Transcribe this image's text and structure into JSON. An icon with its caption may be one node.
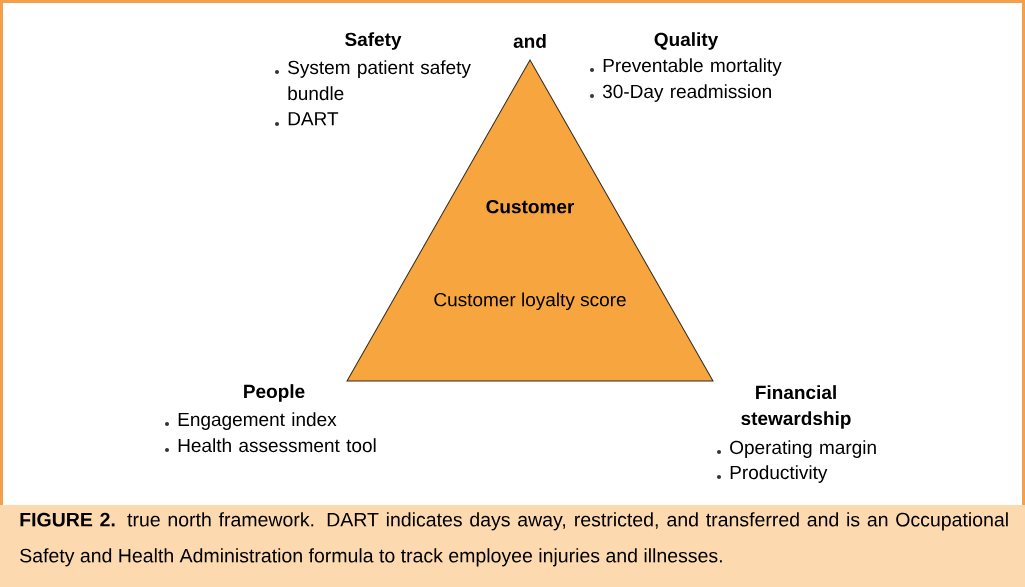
{
  "diagram": {
    "caption": "**FIGURE 2.** true north framework. DART indicates days away, restricted, and transferred and is an Occupational Safety and Health Administration formula to track employee injuries and illnesses.",
    "nodes": [
      {
        "text": [
          "Customer",
          "Customer loyalty score"
        ]
      }
    ],
    "edges": [],
    "labels": [
      "Safety",
      "and",
      "Quality",
      "System patient safety bundle",
      "DART",
      "Preventable mortality",
      "30-Day readmission",
      "People",
      "Engagement index",
      "Health assessment tool",
      "Financial stewardship",
      "Operating margin",
      "Productivity"
    ]
  }
}
